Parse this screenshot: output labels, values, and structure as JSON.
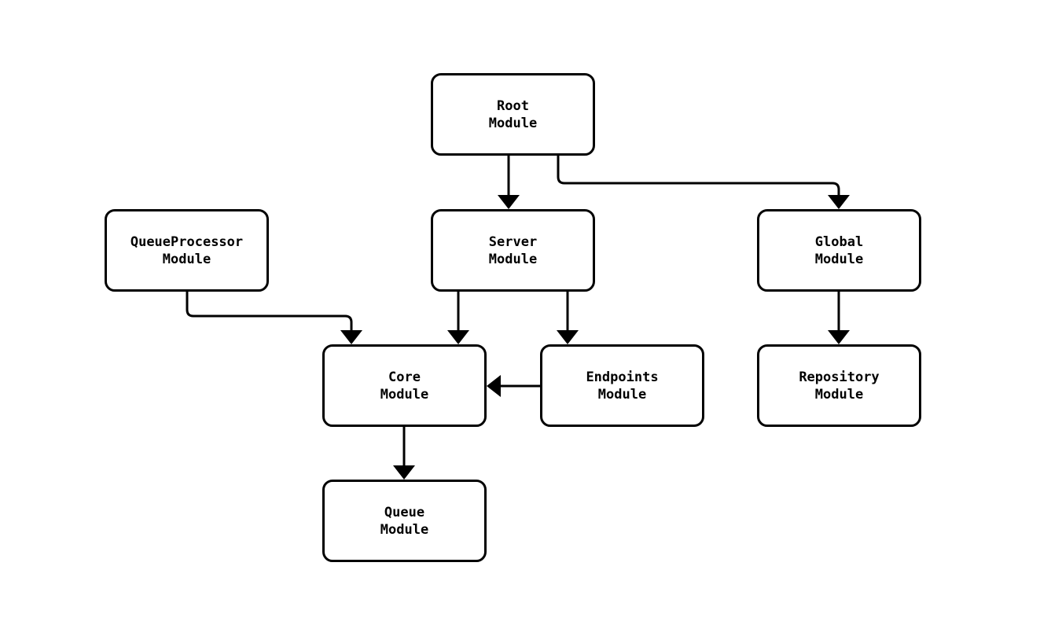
{
  "diagram": {
    "type": "module-dependency-flowchart",
    "colors": {
      "background": "#ffffff",
      "node_fill": "#ffffff",
      "node_stroke": "#000000",
      "edge_color": "#000000",
      "text_color": "#000000"
    },
    "nodes": [
      {
        "id": "root",
        "line1": "Root",
        "line2": "Module"
      },
      {
        "id": "queueprocessor",
        "line1": "QueueProcessor",
        "line2": "Module"
      },
      {
        "id": "server",
        "line1": "Server",
        "line2": "Module"
      },
      {
        "id": "global",
        "line1": "Global",
        "line2": "Module"
      },
      {
        "id": "core",
        "line1": "Core",
        "line2": "Module"
      },
      {
        "id": "endpoints",
        "line1": "Endpoints",
        "line2": "Module"
      },
      {
        "id": "repository",
        "line1": "Repository",
        "line2": "Module"
      },
      {
        "id": "queue",
        "line1": "Queue",
        "line2": "Module"
      }
    ],
    "edges": [
      {
        "from": "Root Module",
        "to": "Server Module"
      },
      {
        "from": "Root Module",
        "to": "Global Module"
      },
      {
        "from": "QueueProcessor Module",
        "to": "Core Module"
      },
      {
        "from": "Server Module",
        "to": "Core Module"
      },
      {
        "from": "Server Module",
        "to": "Endpoints Module"
      },
      {
        "from": "Endpoints Module",
        "to": "Core Module"
      },
      {
        "from": "Core Module",
        "to": "Queue Module"
      },
      {
        "from": "Global Module",
        "to": "Repository Module"
      }
    ]
  }
}
